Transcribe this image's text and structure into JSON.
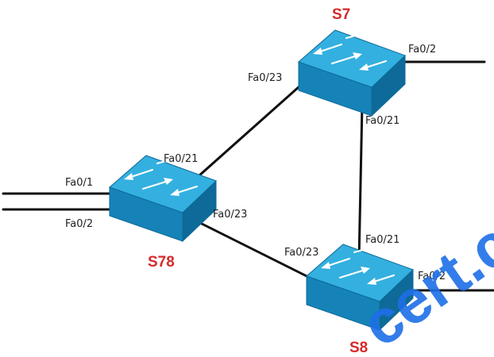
{
  "colors": {
    "switch_top": "#33b0e0",
    "switch_side": "#1683b8",
    "switch_edge": "#0e6a98",
    "name_color": "#d42a2a",
    "link_color": "#111111",
    "watermark_color": "#1e6fe8"
  },
  "icons": {
    "switch": "switch-icon",
    "arrow": "arrow-icon"
  },
  "switches": {
    "s7": {
      "name": "S7"
    },
    "s78": {
      "name": "S78"
    },
    "s8": {
      "name": "S8"
    }
  },
  "ports": {
    "s7_fa023": "Fa0/23",
    "s7_fa02": "Fa0/2",
    "s7_fa021": "Fa0/21",
    "s78_fa021": "Fa0/21",
    "s78_fa01": "Fa0/1",
    "s78_fa02": "Fa0/2",
    "s78_fa023": "Fa0/23",
    "s8_fa021": "Fa0/21",
    "s8_fa023": "Fa0/23",
    "s8_fa02": "Fa0/2"
  },
  "watermark": "cert.c"
}
